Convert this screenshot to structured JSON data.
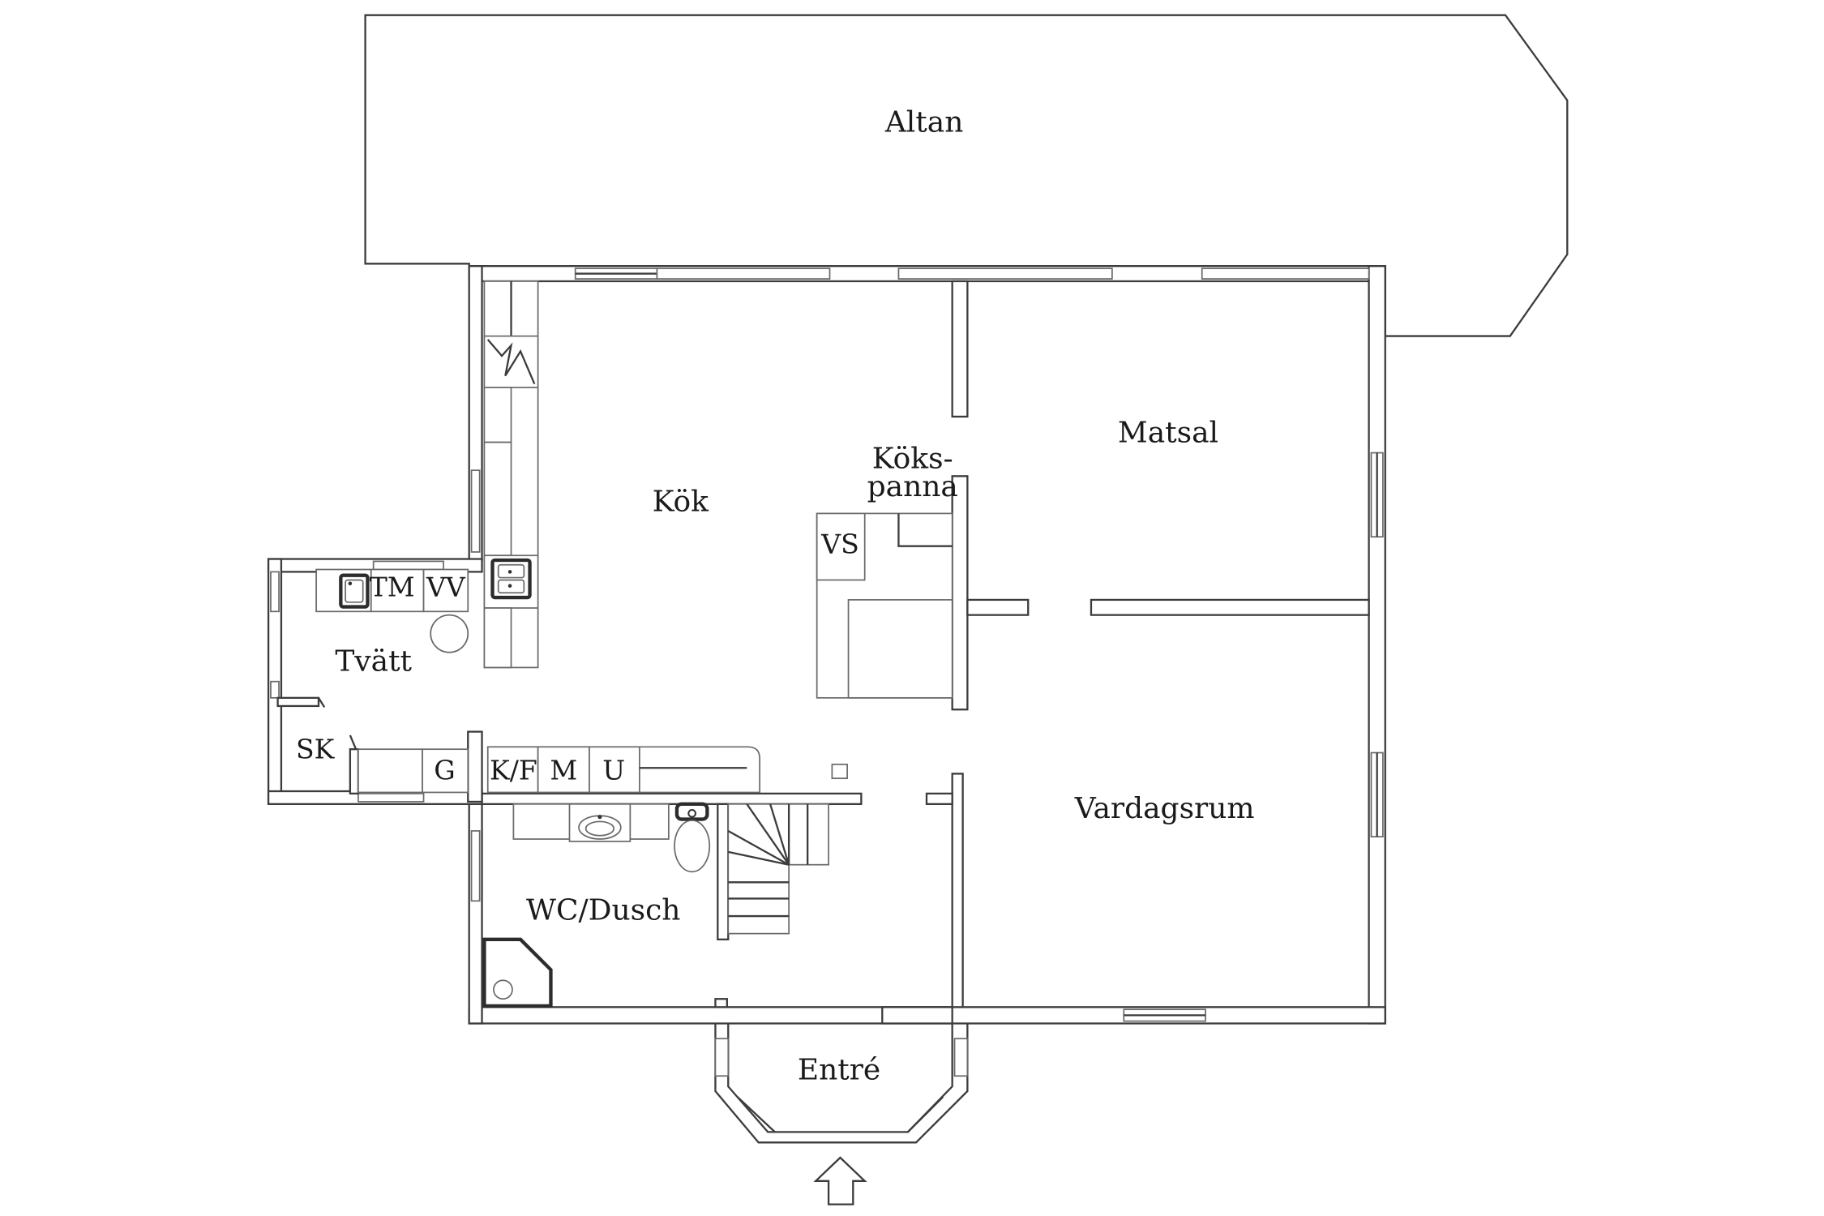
{
  "rooms": {
    "altan": "Altan",
    "kok": "Kök",
    "kokspanna_line1": "Köks-",
    "kokspanna_line2": "panna",
    "matsal": "Matsal",
    "tvatt": "Tvätt",
    "vardagsrum": "Vardagsrum",
    "wc_dusch": "WC/Dusch",
    "entre": "Entré"
  },
  "fixtures": {
    "vs": "VS",
    "tm": "TM",
    "vv": "VV",
    "sk": "SK",
    "g": "G",
    "kf": "K/F",
    "m": "M",
    "u": "U"
  }
}
